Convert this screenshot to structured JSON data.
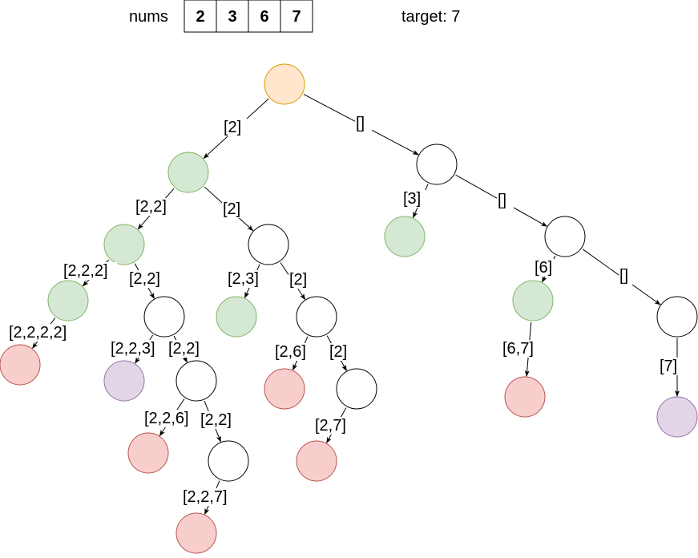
{
  "header": {
    "nums_label": "nums",
    "nums": [
      "2",
      "3",
      "6",
      "7"
    ],
    "target_text": "target: 7"
  },
  "colors": {
    "root": {
      "fill": "#FFE6CC",
      "stroke": "#D79B00"
    },
    "open": {
      "fill": "#FFFFFF",
      "stroke": "#000000"
    },
    "green": {
      "fill": "#D5E8D4",
      "stroke": "#82B366"
    },
    "red": {
      "fill": "#F8CECC",
      "stroke": "#B85450"
    },
    "purple": {
      "fill": "#E1D5E7",
      "stroke": "#9673A6"
    }
  },
  "nodes": [
    {
      "id": "root",
      "state": "root"
    },
    {
      "id": "n2",
      "state": "green"
    },
    {
      "id": "e",
      "state": "open"
    },
    {
      "id": "n22",
      "state": "green"
    },
    {
      "id": "n2b",
      "state": "open"
    },
    {
      "id": "n3",
      "state": "green"
    },
    {
      "id": "ee",
      "state": "open"
    },
    {
      "id": "n222",
      "state": "green"
    },
    {
      "id": "n22b",
      "state": "open"
    },
    {
      "id": "n23",
      "state": "green"
    },
    {
      "id": "n2c",
      "state": "open"
    },
    {
      "id": "n6",
      "state": "green"
    },
    {
      "id": "eee",
      "state": "open"
    },
    {
      "id": "n2222",
      "state": "red"
    },
    {
      "id": "n223",
      "state": "purple"
    },
    {
      "id": "n22c",
      "state": "open"
    },
    {
      "id": "n26",
      "state": "red"
    },
    {
      "id": "n2d",
      "state": "open"
    },
    {
      "id": "n67",
      "state": "red"
    },
    {
      "id": "n7",
      "state": "purple"
    },
    {
      "id": "n226",
      "state": "red"
    },
    {
      "id": "n22d",
      "state": "open"
    },
    {
      "id": "n27",
      "state": "red"
    },
    {
      "id": "n227",
      "state": "red"
    }
  ],
  "edges": [
    {
      "from": "root",
      "to": "n2",
      "label": "[2]"
    },
    {
      "from": "root",
      "to": "e",
      "label": "[]"
    },
    {
      "from": "n2",
      "to": "n22",
      "label": "[2,2]"
    },
    {
      "from": "n2",
      "to": "n2b",
      "label": "[2]"
    },
    {
      "from": "e",
      "to": "n3",
      "label": "[3]"
    },
    {
      "from": "e",
      "to": "ee",
      "label": "[]"
    },
    {
      "from": "n22",
      "to": "n222",
      "label": "[2,2,2]"
    },
    {
      "from": "n22",
      "to": "n22b",
      "label": "[2,2]"
    },
    {
      "from": "n2b",
      "to": "n23",
      "label": "[2,3]"
    },
    {
      "from": "n2b",
      "to": "n2c",
      "label": "[2]"
    },
    {
      "from": "ee",
      "to": "n6",
      "label": "[6]"
    },
    {
      "from": "ee",
      "to": "eee",
      "label": "[]"
    },
    {
      "from": "n222",
      "to": "n2222",
      "label": "[2,2,2,2]"
    },
    {
      "from": "n22b",
      "to": "n223",
      "label": "[2,2,3]"
    },
    {
      "from": "n22b",
      "to": "n22c",
      "label": "[2,2]"
    },
    {
      "from": "n2c",
      "to": "n26",
      "label": "[2,6]"
    },
    {
      "from": "n2c",
      "to": "n2d",
      "label": "[2]"
    },
    {
      "from": "n6",
      "to": "n67",
      "label": "[6,7]"
    },
    {
      "from": "eee",
      "to": "n7",
      "label": "[7]"
    },
    {
      "from": "n22c",
      "to": "n226",
      "label": "[2,2,6]"
    },
    {
      "from": "n22c",
      "to": "n22d",
      "label": "[2,2]"
    },
    {
      "from": "n2d",
      "to": "n27",
      "label": "[2,7]"
    },
    {
      "from": "n22d",
      "to": "n227",
      "label": "[2,2,7]"
    }
  ]
}
